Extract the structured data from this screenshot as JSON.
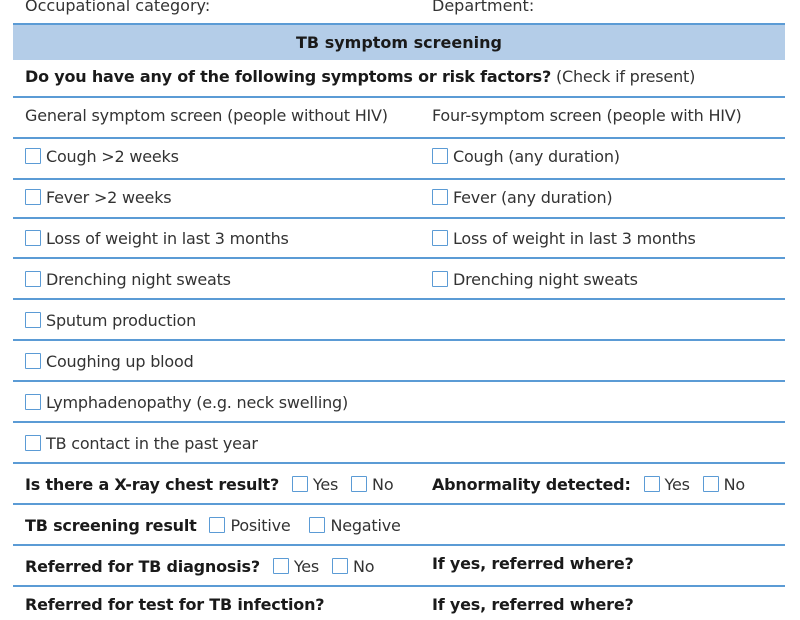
{
  "top_fields": {
    "occupational_category": "Occupational category:",
    "department": "Department:"
  },
  "section": {
    "title": "TB symptom screening",
    "question": "Do you have any of the following symptoms or risk factors?",
    "question_hint": "(Check if present)"
  },
  "columns": {
    "left_header": "General symptom screen (people without HIV)",
    "right_header": "Four-symptom screen (people with HIV)"
  },
  "left_symptoms": [
    {
      "label": "Cough >2 weeks",
      "checked": false
    },
    {
      "label": "Fever >2 weeks",
      "checked": false
    },
    {
      "label": "Loss of weight in last 3 months",
      "checked": false
    },
    {
      "label": "Drenching night sweats",
      "checked": false
    },
    {
      "label": "Sputum production",
      "checked": false
    },
    {
      "label": "Coughing up blood",
      "checked": false
    },
    {
      "label": "Lymphadenopathy (e.g. neck swelling)",
      "checked": false
    },
    {
      "label": "TB contact in the past year",
      "checked": false
    }
  ],
  "right_symptoms": [
    {
      "label": "Cough (any duration)",
      "checked": false
    },
    {
      "label": "Fever (any duration)",
      "checked": false
    },
    {
      "label": "Loss of weight in last 3 months",
      "checked": false
    },
    {
      "label": "Drenching night sweats",
      "checked": false
    }
  ],
  "xray": {
    "question": "Is there a X-ray chest result?",
    "yes": "Yes",
    "no": "No"
  },
  "abnormality": {
    "question": "Abnormality detected:",
    "yes": "Yes",
    "no": "No"
  },
  "screening_result": {
    "label": "TB screening result",
    "positive": "Positive",
    "negative": "Negative"
  },
  "referred_diagnosis": {
    "question": "Referred for TB diagnosis?",
    "yes": "Yes",
    "no": "No",
    "where": "If yes, referred where?"
  },
  "referred_infection": {
    "question": "Referred for test for TB infection?",
    "where": "If yes, referred where?"
  },
  "colors": {
    "accent_line": "#5b9bd5",
    "header_band": "#b4cde8"
  }
}
